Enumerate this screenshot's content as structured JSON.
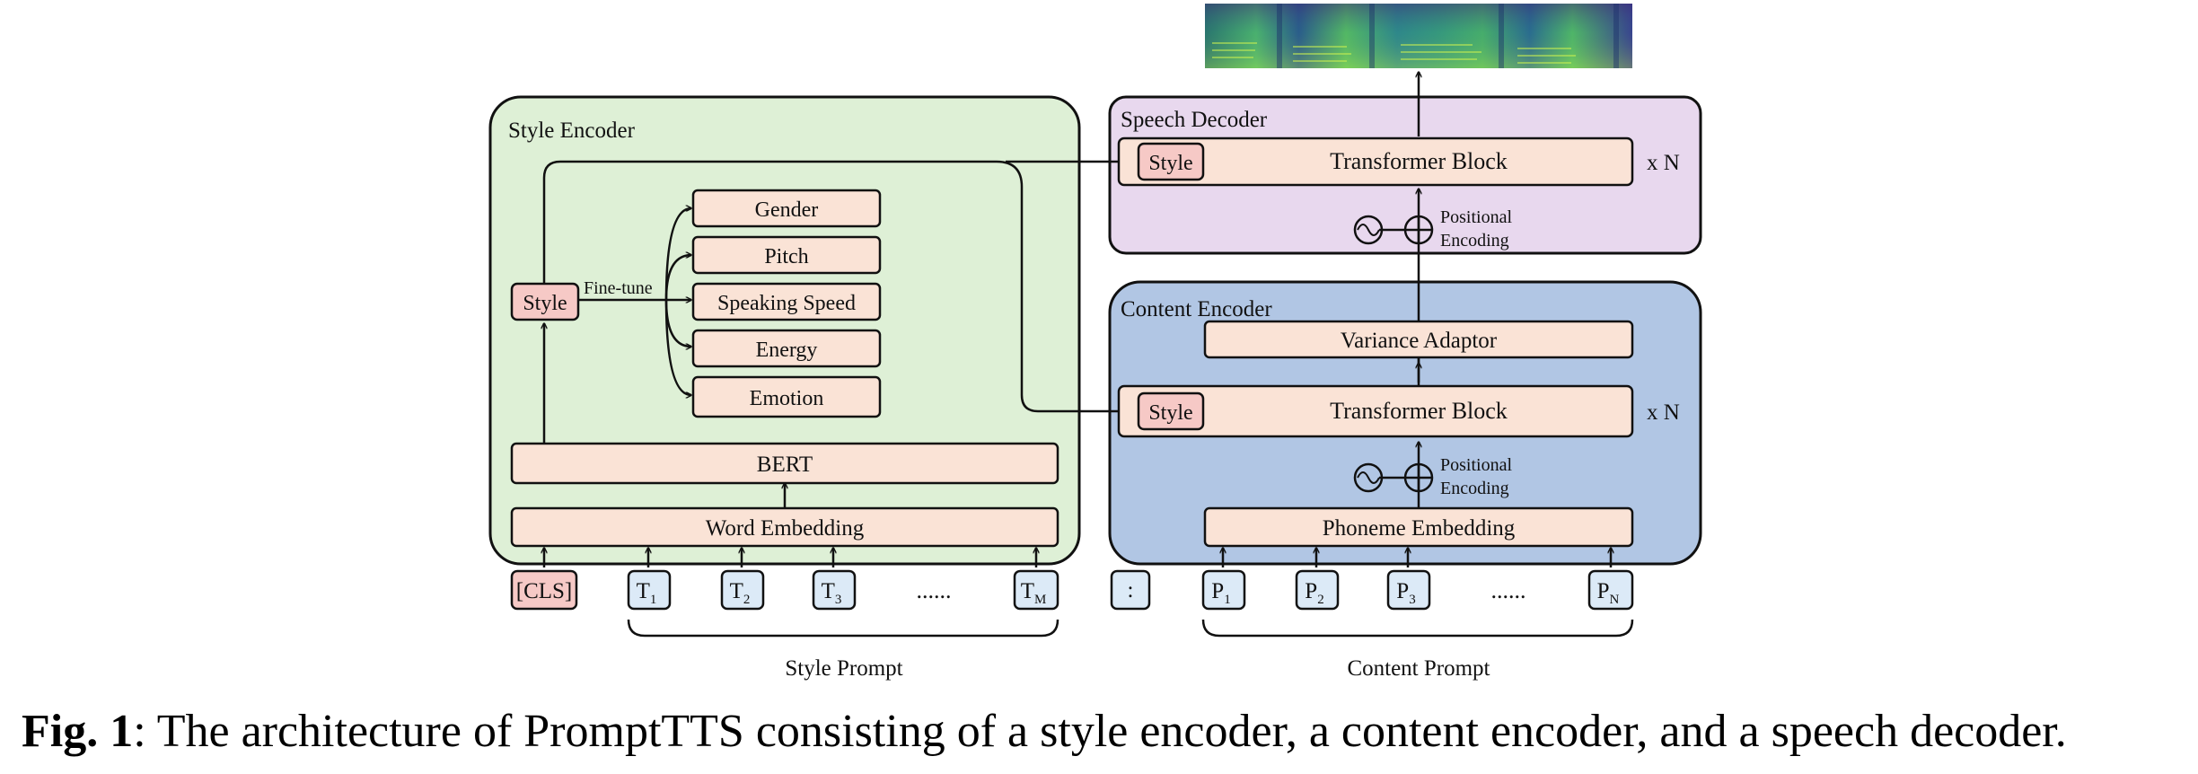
{
  "style_encoder": {
    "title": "Style Encoder",
    "style_token": "Style",
    "fine_tune_label": "Fine-tune",
    "heads": [
      "Gender",
      "Pitch",
      "Speaking Speed",
      "Energy",
      "Emotion"
    ],
    "bert": "BERT",
    "word_embedding": "Word Embedding"
  },
  "speech_decoder": {
    "title": "Speech Decoder",
    "style_token": "Style",
    "block": "Transformer Block",
    "repeat": "x N",
    "pos_enc_line1": "Positional",
    "pos_enc_line2": "Encoding"
  },
  "content_encoder": {
    "title": "Content Encoder",
    "variance_adaptor": "Variance Adaptor",
    "style_token": "Style",
    "block": "Transformer Block",
    "repeat": "x N",
    "pos_enc_line1": "Positional",
    "pos_enc_line2": "Encoding",
    "phoneme_embedding": "Phoneme Embedding"
  },
  "tokens": {
    "cls": "[CLS]",
    "t": "T",
    "t_subs": [
      "1",
      "2",
      "3"
    ],
    "t_last_sub": "M",
    "sep": ":",
    "p": "P",
    "p_subs": [
      "1",
      "2",
      "3"
    ],
    "p_last_sub": "N",
    "ellipsis": "......"
  },
  "style_prompt_label": "Style Prompt",
  "content_prompt_label": "Content Prompt",
  "caption": {
    "label": "Fig. 1",
    "text": ": The architecture of PromptTTS consisting of a style encoder, a content encoder, and a speech decoder."
  },
  "colors": {
    "style_encoder_bg": "#DEF0D6",
    "speech_decoder_bg": "#E8D8EE",
    "content_encoder_bg": "#B1C6E4",
    "block_fill": "#FAE3D6",
    "style_token_fill": "#F6C9C6",
    "input_token_fill": "#DCEAF7"
  }
}
